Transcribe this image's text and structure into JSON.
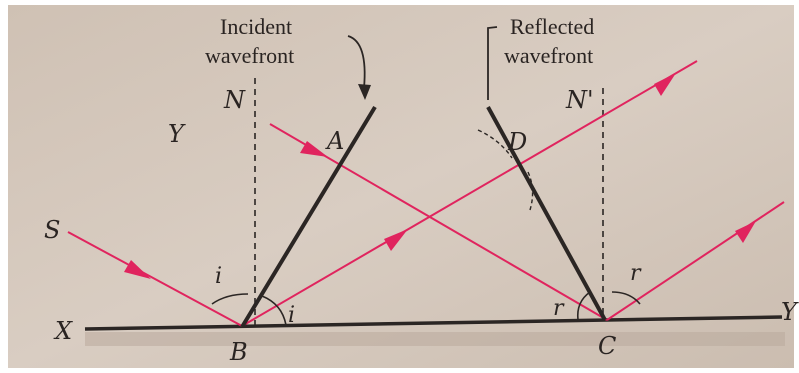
{
  "texts": {
    "incident_wavefront_1": "Incident",
    "incident_wavefront_2": "wavefront",
    "reflected_wavefront_1": "Reflected",
    "reflected_wavefront_2": "wavefront"
  },
  "points": {
    "S": "S",
    "X": "X",
    "Y_right": "Y",
    "Y_left": "Y",
    "B": "B",
    "C": "C",
    "A": "A",
    "D": "D",
    "N": "N",
    "N_prime": "N'"
  },
  "angles": {
    "i_left": "i",
    "i_right": "i",
    "r_left": "r",
    "r_right": "r"
  },
  "colors": {
    "background": "#d6c9bd",
    "ray": "#e0245e",
    "line": "#2b2624",
    "text": "#2a2422"
  }
}
